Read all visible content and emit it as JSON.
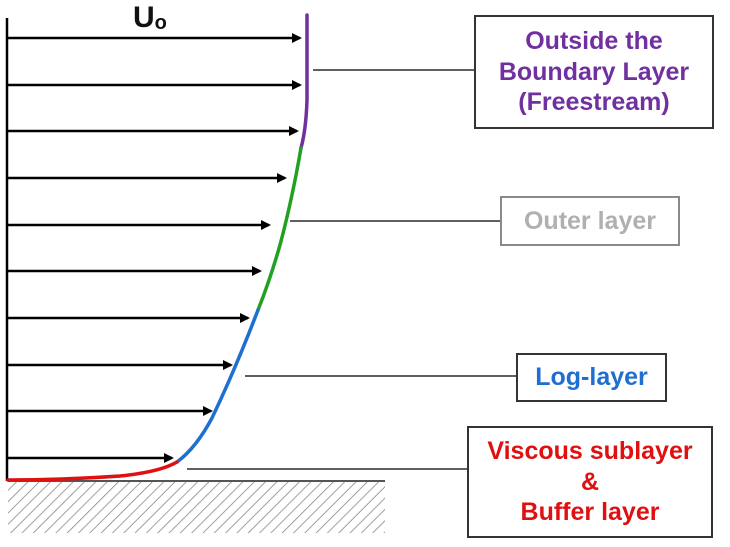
{
  "velocity_label": {
    "symbol": "U",
    "subscript": "o"
  },
  "labels": {
    "freestream": {
      "lines": [
        "Outside the",
        "Boundary Layer",
        "(Freestream)"
      ],
      "color": "#7030a0"
    },
    "outer": {
      "lines": [
        "Outer layer"
      ],
      "color": "#b0b0b0"
    },
    "log": {
      "lines": [
        "Log-layer"
      ],
      "color": "#1f6fd0"
    },
    "viscous": {
      "lines": [
        "Viscous sublayer",
        "&",
        "Buffer layer"
      ],
      "color": "#e01010"
    }
  },
  "colors": {
    "arrows": "#000000",
    "freestream": "#7030a0",
    "outer_layer": "#22a022",
    "log_layer": "#1f6fd0",
    "viscous_buffer": "#e01010",
    "wall_hatch": "#888888"
  }
}
